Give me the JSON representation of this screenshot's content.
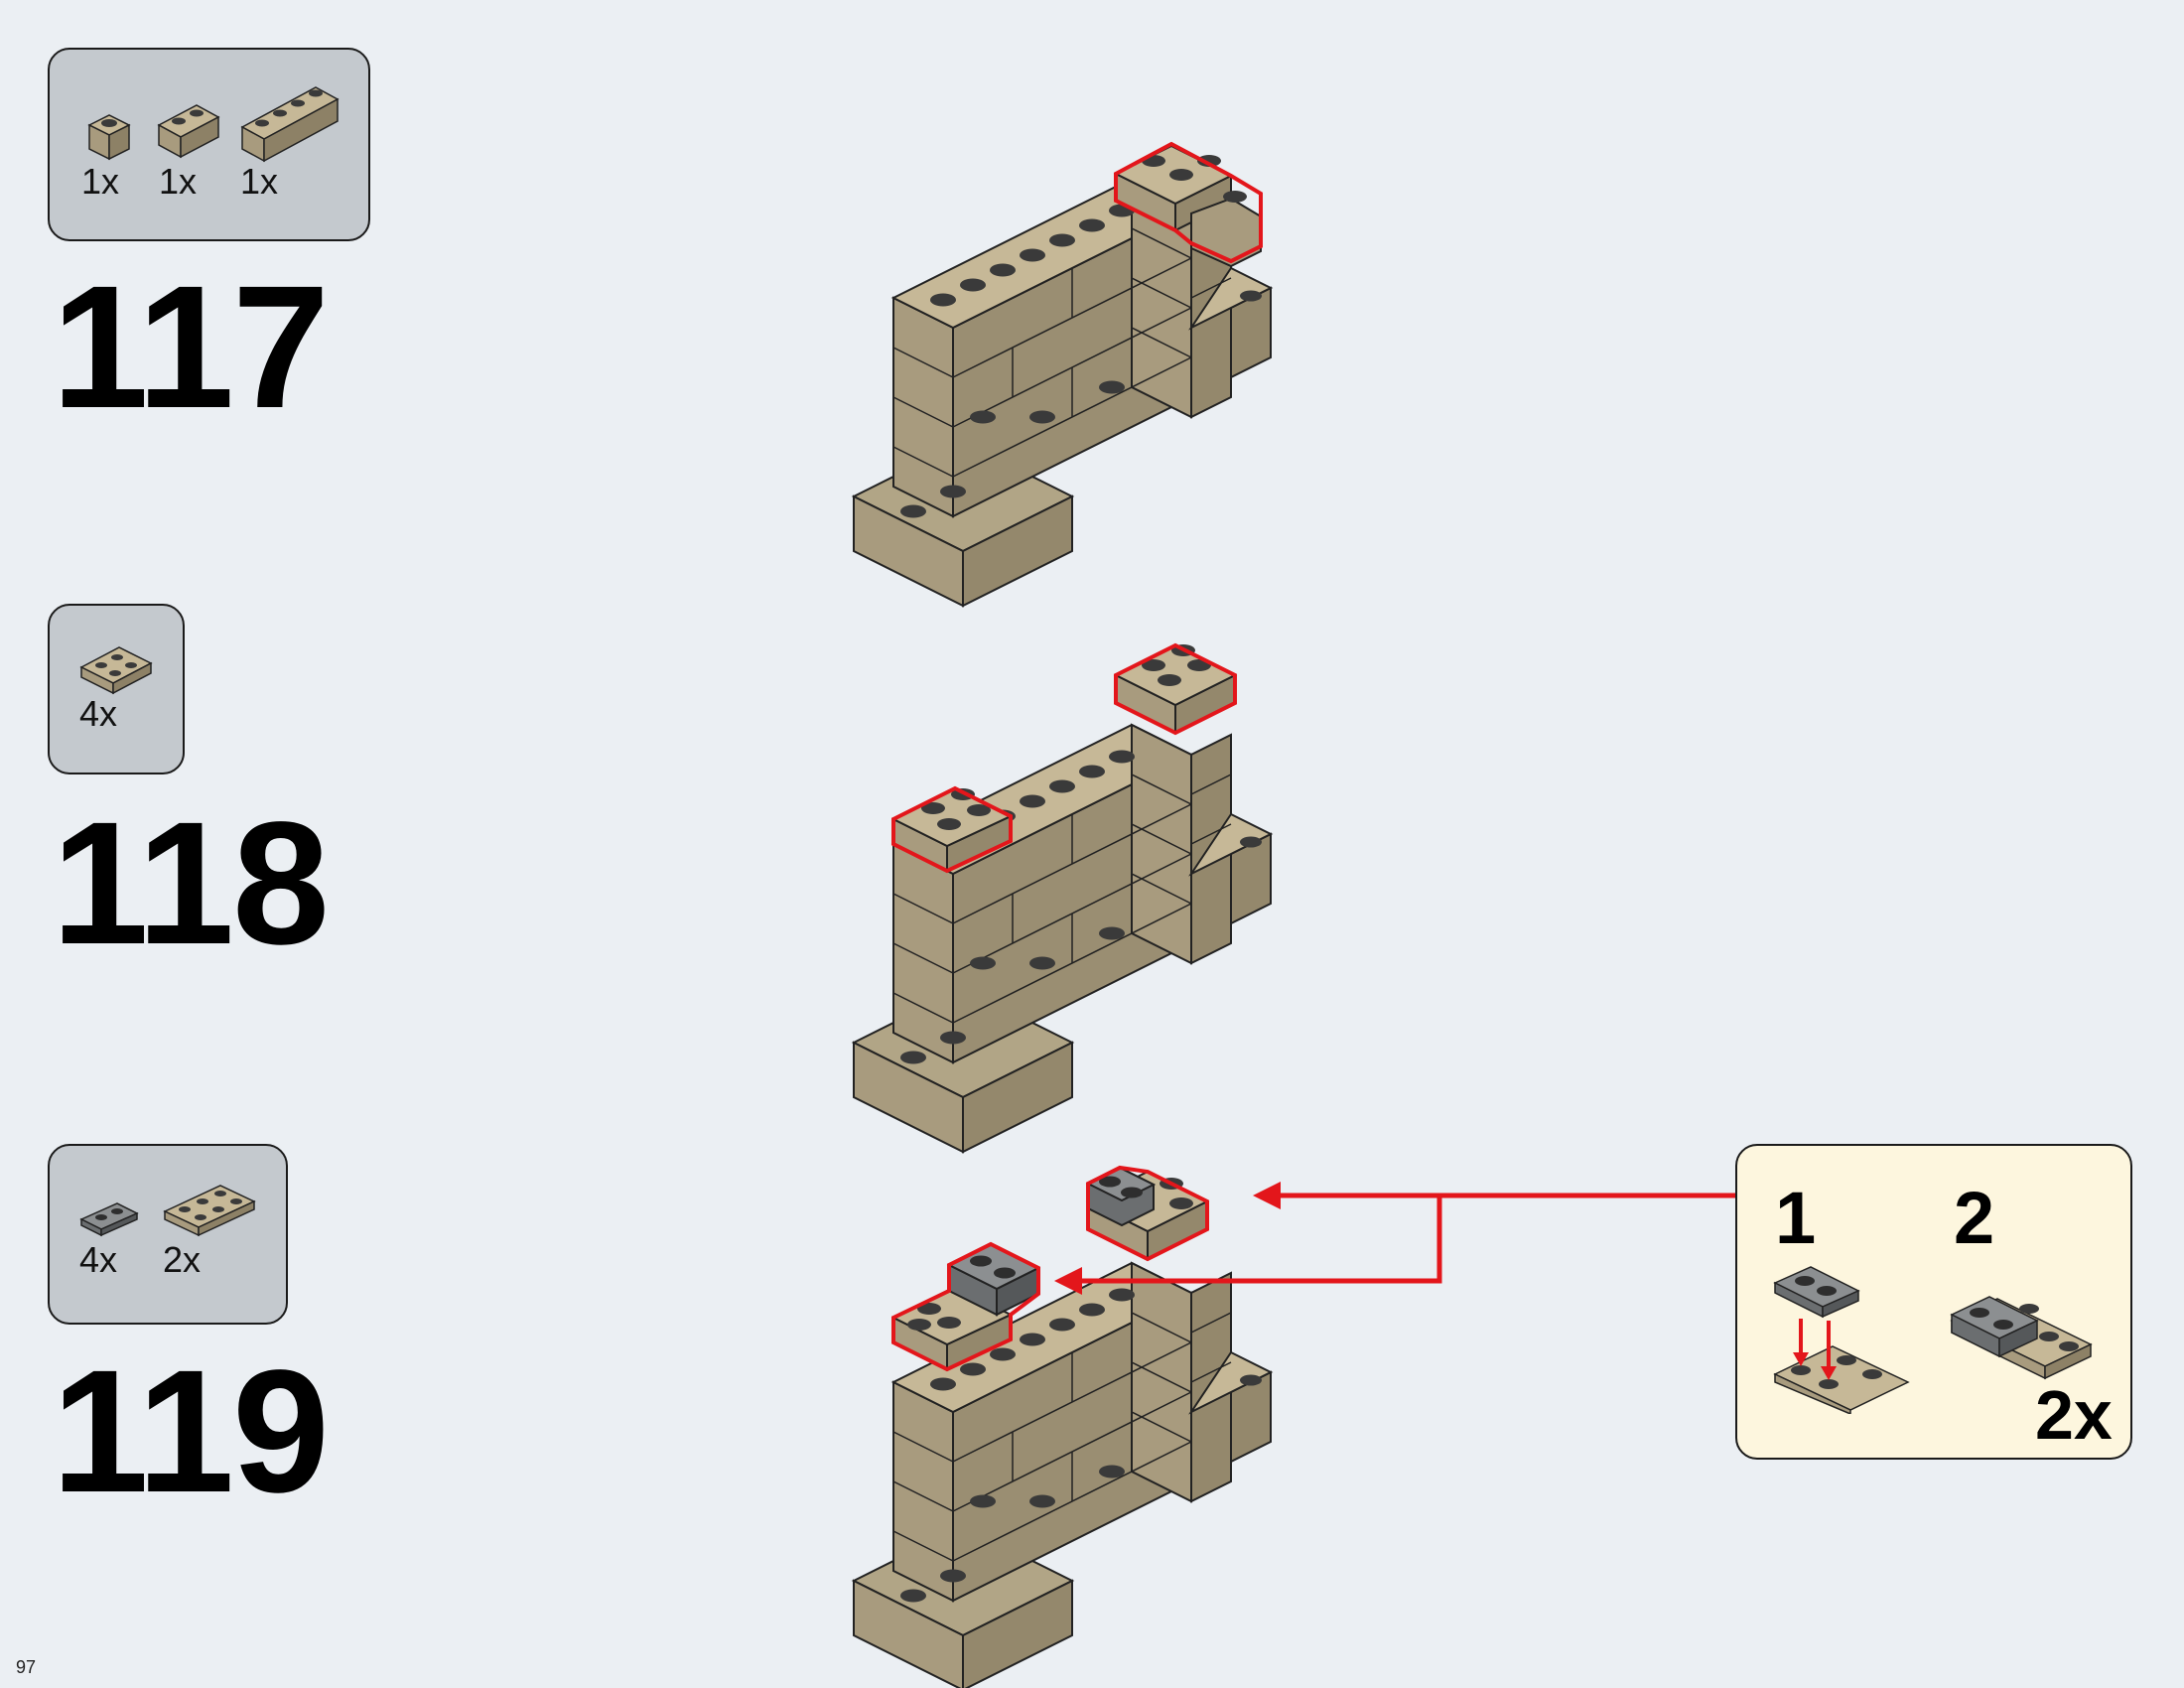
{
  "page_number": "97",
  "steps": [
    {
      "number": "117",
      "parts": [
        {
          "qty": "1x",
          "icon": "tan-brick-1x1-icon"
        },
        {
          "qty": "1x",
          "icon": "tan-brick-1x2-icon"
        },
        {
          "qty": "1x",
          "icon": "tan-brick-1x4-icon"
        }
      ]
    },
    {
      "number": "118",
      "parts": [
        {
          "qty": "4x",
          "icon": "tan-plate-2x2-corner-icon"
        }
      ]
    },
    {
      "number": "119",
      "parts": [
        {
          "qty": "4x",
          "icon": "dark-gray-plate-1x2-icon"
        },
        {
          "qty": "2x",
          "icon": "tan-plate-2x3-icon"
        }
      ]
    }
  ],
  "sub_assembly": {
    "step1": "1",
    "step2": "2",
    "multiplier": "2x"
  },
  "colors": {
    "tan": "#a89b7e",
    "dark_gray": "#6b6e70",
    "highlight": "#e3161b",
    "parts_box": "#c4c9ce",
    "sub_box": "#fdf6de",
    "page_bg": "#ebeff3"
  }
}
